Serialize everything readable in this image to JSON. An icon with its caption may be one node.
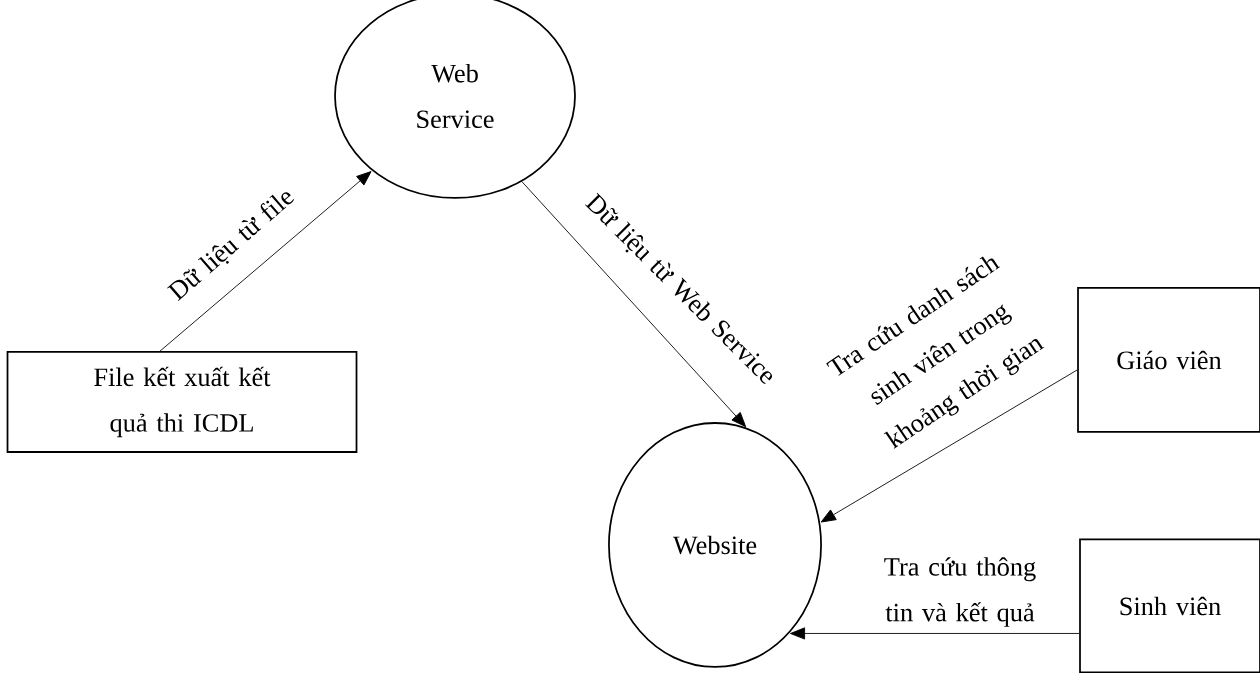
{
  "diagram": {
    "nodes": [
      {
        "text": [
          "Web Service"
        ]
      },
      {
        "text": [
          "File kết xuất kết quả thi ICDL"
        ]
      },
      {
        "text": [
          "Website"
        ]
      },
      {
        "text": [
          "Giáo viên"
        ]
      },
      {
        "text": [
          "Sinh viên"
        ]
      }
    ],
    "edges": [
      {
        "from": 1,
        "to": 0,
        "arrow": "to",
        "label": "Dữ liệu từ file"
      },
      {
        "from": 0,
        "to": 2,
        "arrow": "to",
        "label": "Dữ liệu từ Web Service"
      },
      {
        "from": 3,
        "to": 2,
        "arrow": "to",
        "label": "Tra cứu danh sách sinh viên trong khoảng thời gian"
      },
      {
        "from": 4,
        "to": 2,
        "arrow": "to",
        "label": "Tra cứu thông tin và kết quả"
      }
    ]
  }
}
